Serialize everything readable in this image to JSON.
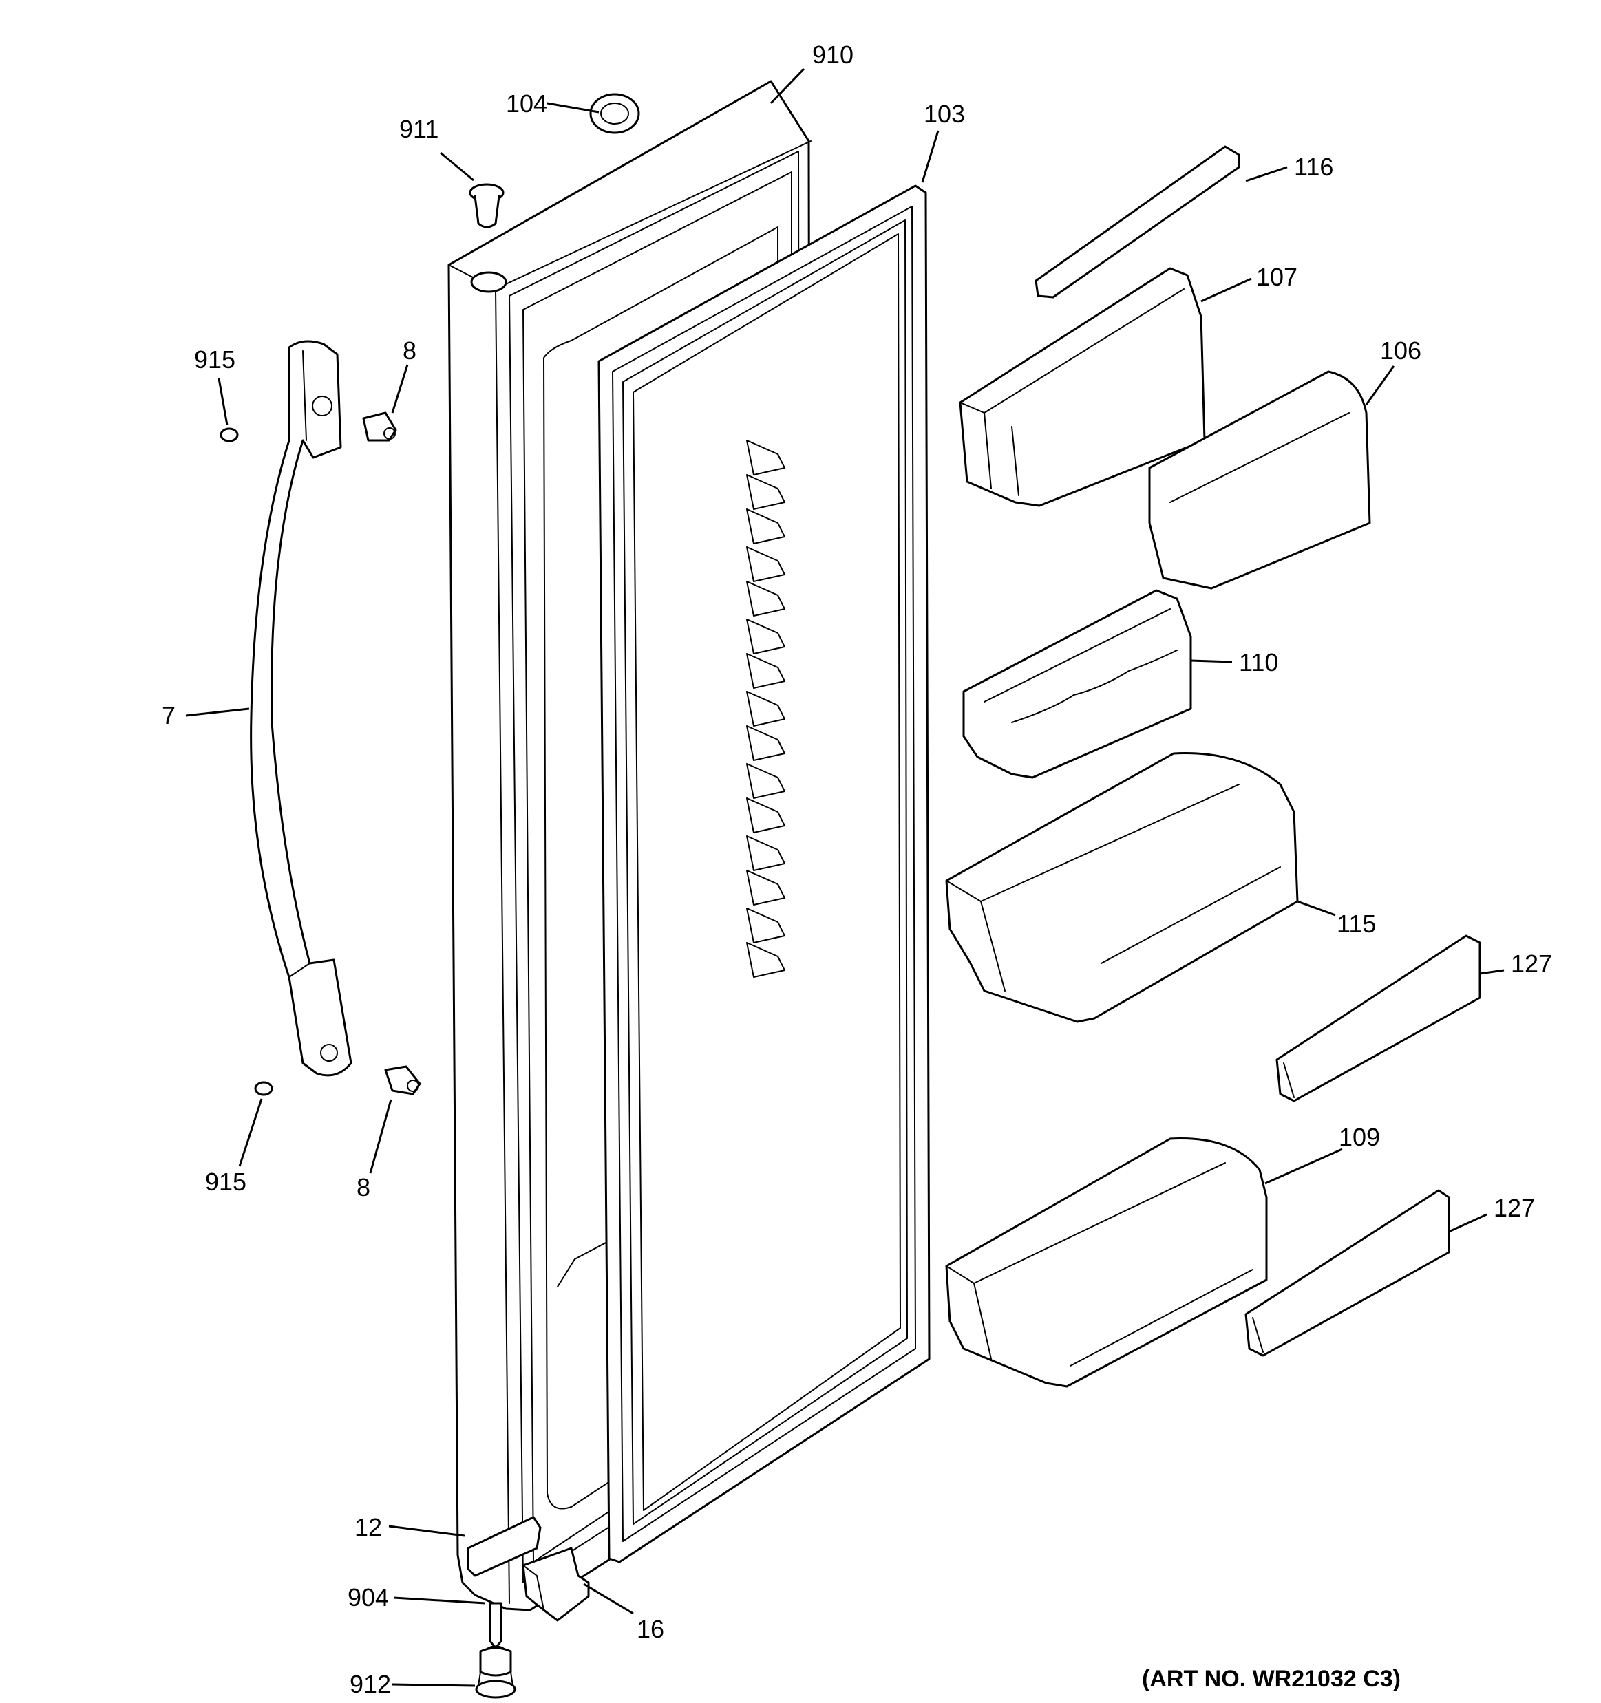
{
  "colors": {
    "line": "#000000",
    "background": "#ffffff"
  },
  "callouts": {
    "c910": "910",
    "c104": "104",
    "c911": "911",
    "c103": "103",
    "c116": "116",
    "c107": "107",
    "c106": "106",
    "c915_top": "915",
    "c8_top": "8",
    "c7": "7",
    "c110": "110",
    "c115": "115",
    "c127_top": "127",
    "c915_bottom": "915",
    "c8_bottom": "8",
    "c109": "109",
    "c127_bottom": "127",
    "c12": "12",
    "c904": "904",
    "c16": "16",
    "c912": "912"
  },
  "art_number": "(ART NO. WR21032 C3)"
}
